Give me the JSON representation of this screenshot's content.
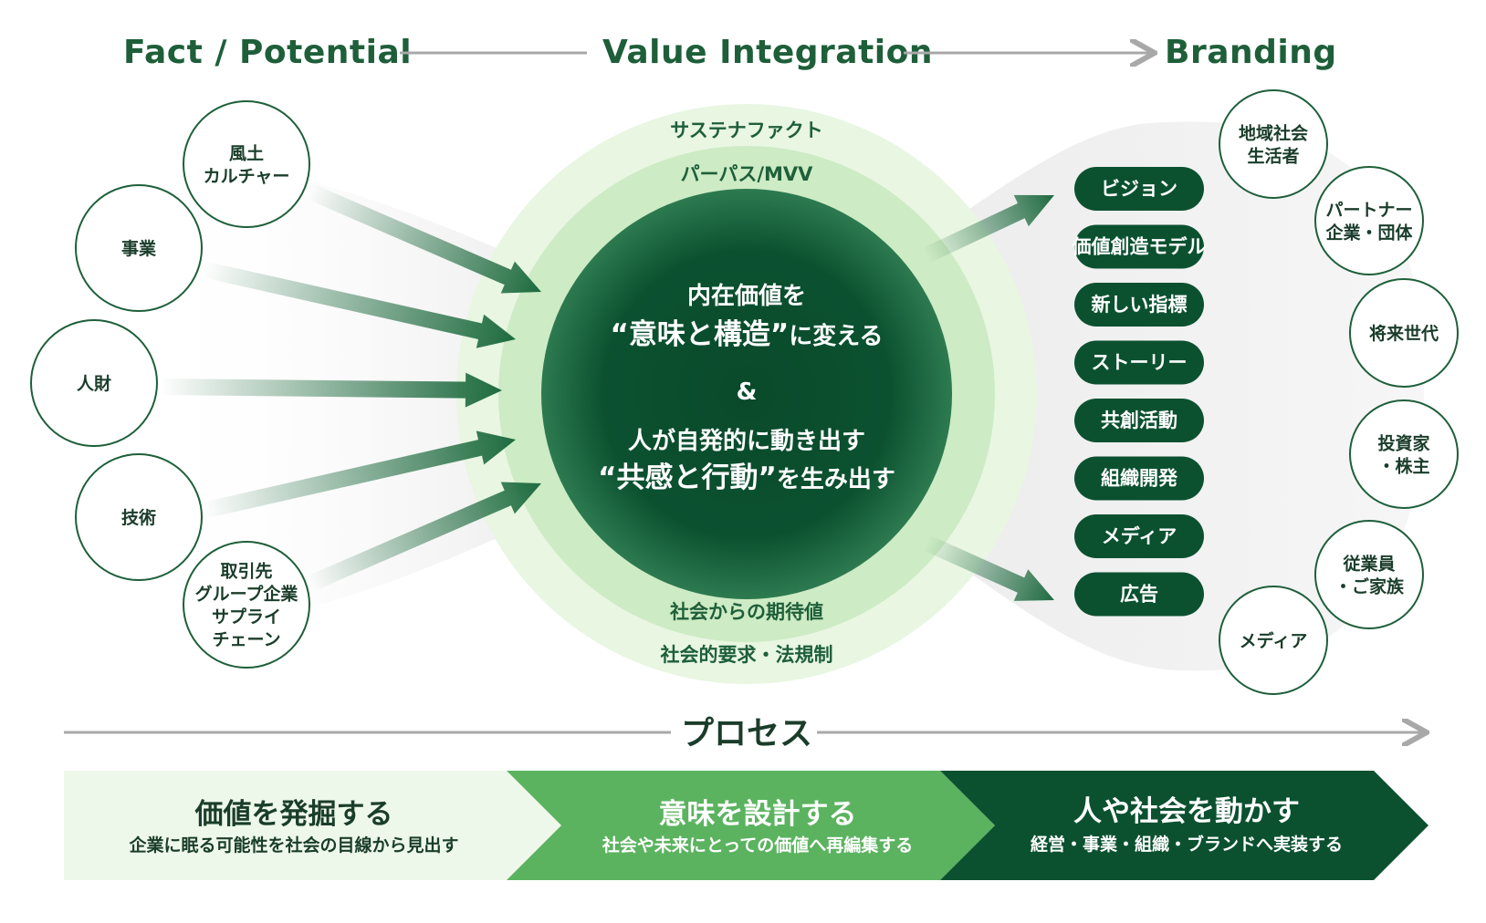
{
  "header": {
    "stage1": "Fact / Potential",
    "stage2": "Value Integration",
    "stage3": "Branding"
  },
  "left_nodes": [
    {
      "lines": [
        "風土",
        "カルチャー"
      ]
    },
    {
      "lines": [
        "事業"
      ]
    },
    {
      "lines": [
        "人財"
      ]
    },
    {
      "lines": [
        "技術"
      ]
    },
    {
      "lines": [
        "取引先",
        "グループ企業",
        "サプライ",
        "チェーン"
      ]
    }
  ],
  "rings": {
    "top_outer": "サステナファクト",
    "top_inner": "パーパス/MVV",
    "bottom_inner": "社会からの期待値",
    "bottom_outer": "社会的要求・法規制"
  },
  "center": {
    "line1": "内在価値を",
    "line2_quote": "“意味と構造”",
    "line2_rest": "に変える",
    "amp": "&",
    "line3": "人が自発的に動き出す",
    "line4_quote": "“共感と行動”",
    "line4_rest": "を生み出す"
  },
  "outputs": [
    "ビジョン",
    "価値創造モデル",
    "新しい指標",
    "ストーリー",
    "共創活動",
    "組織開発",
    "メディア",
    "広告"
  ],
  "stakeholders": [
    {
      "lines": [
        "地域社会",
        "生活者"
      ]
    },
    {
      "lines": [
        "パートナー",
        "企業・団体"
      ]
    },
    {
      "lines": [
        "将来世代"
      ]
    },
    {
      "lines": [
        "投資家",
        "・株主"
      ]
    },
    {
      "lines": [
        "従業員",
        "・ご家族"
      ]
    },
    {
      "lines": [
        "メディア"
      ]
    }
  ],
  "process": {
    "title": "プロセス",
    "steps": [
      {
        "title": "価値を発掘する",
        "subtitle": "企業に眠る可能性を社会の目線から見出す"
      },
      {
        "title": "意味を設計する",
        "subtitle": "社会や未来にとっての価値へ再編集する"
      },
      {
        "title": "人や社会を動かす",
        "subtitle": "経営・事業・組織・ブランドへ実装する"
      }
    ]
  },
  "colors": {
    "dark_green": "#0b5130",
    "mid_green": "#5bb35f",
    "light_green": "#eef8ea",
    "title_green": "#1e5f3a",
    "gray_line": "#a8a8a8"
  }
}
